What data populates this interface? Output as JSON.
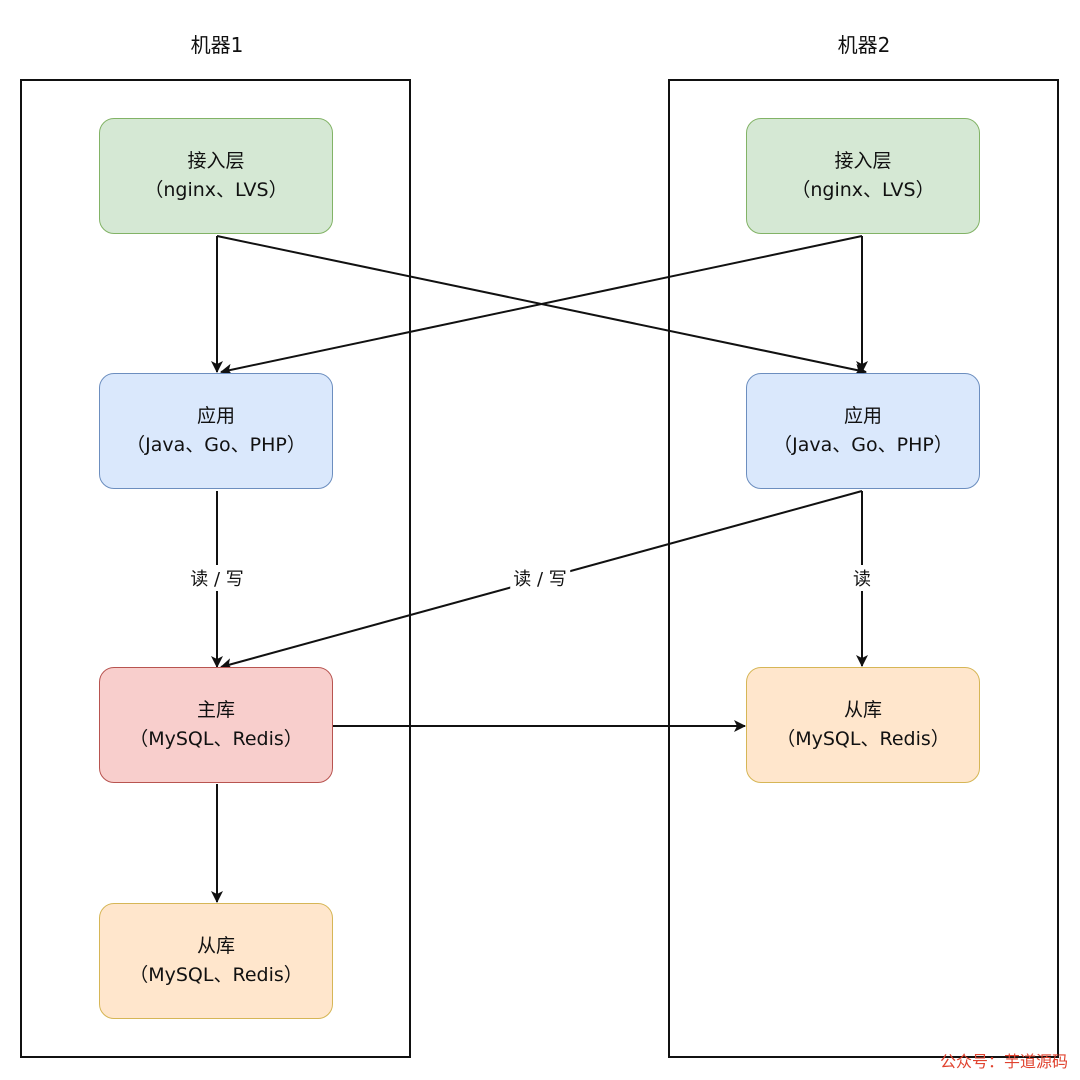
{
  "machines": [
    {
      "title": "机器1",
      "nodes": {
        "access": {
          "title": "接入层",
          "sub": "（nginx、LVS）"
        },
        "app": {
          "title": "应用",
          "sub": "（Java、Go、PHP）"
        },
        "master": {
          "title": "主库",
          "sub": "（MySQL、Redis）"
        },
        "slave": {
          "title": "从库",
          "sub": "（MySQL、Redis）"
        }
      }
    },
    {
      "title": "机器2",
      "nodes": {
        "access": {
          "title": "接入层",
          "sub": "（nginx、LVS）"
        },
        "app": {
          "title": "应用",
          "sub": "（Java、Go、PHP）"
        },
        "slave": {
          "title": "从库",
          "sub": "（MySQL、Redis）"
        }
      }
    }
  ],
  "edge_labels": {
    "m1_app_to_master": "读 / 写",
    "m2_app_to_master": "读 / 写",
    "m2_app_to_slave": "读"
  },
  "watermark": "公众号：芋道源码",
  "colors": {
    "access_fill": "#d5e8d4",
    "access_border": "#82b366",
    "app_fill": "#dae8fc",
    "app_border": "#6c8ebf",
    "master_fill": "#f8cecc",
    "master_border": "#b85450",
    "slave_fill": "#ffe6cc",
    "slave_border": "#d6b656",
    "watermark": "#e0432f"
  }
}
